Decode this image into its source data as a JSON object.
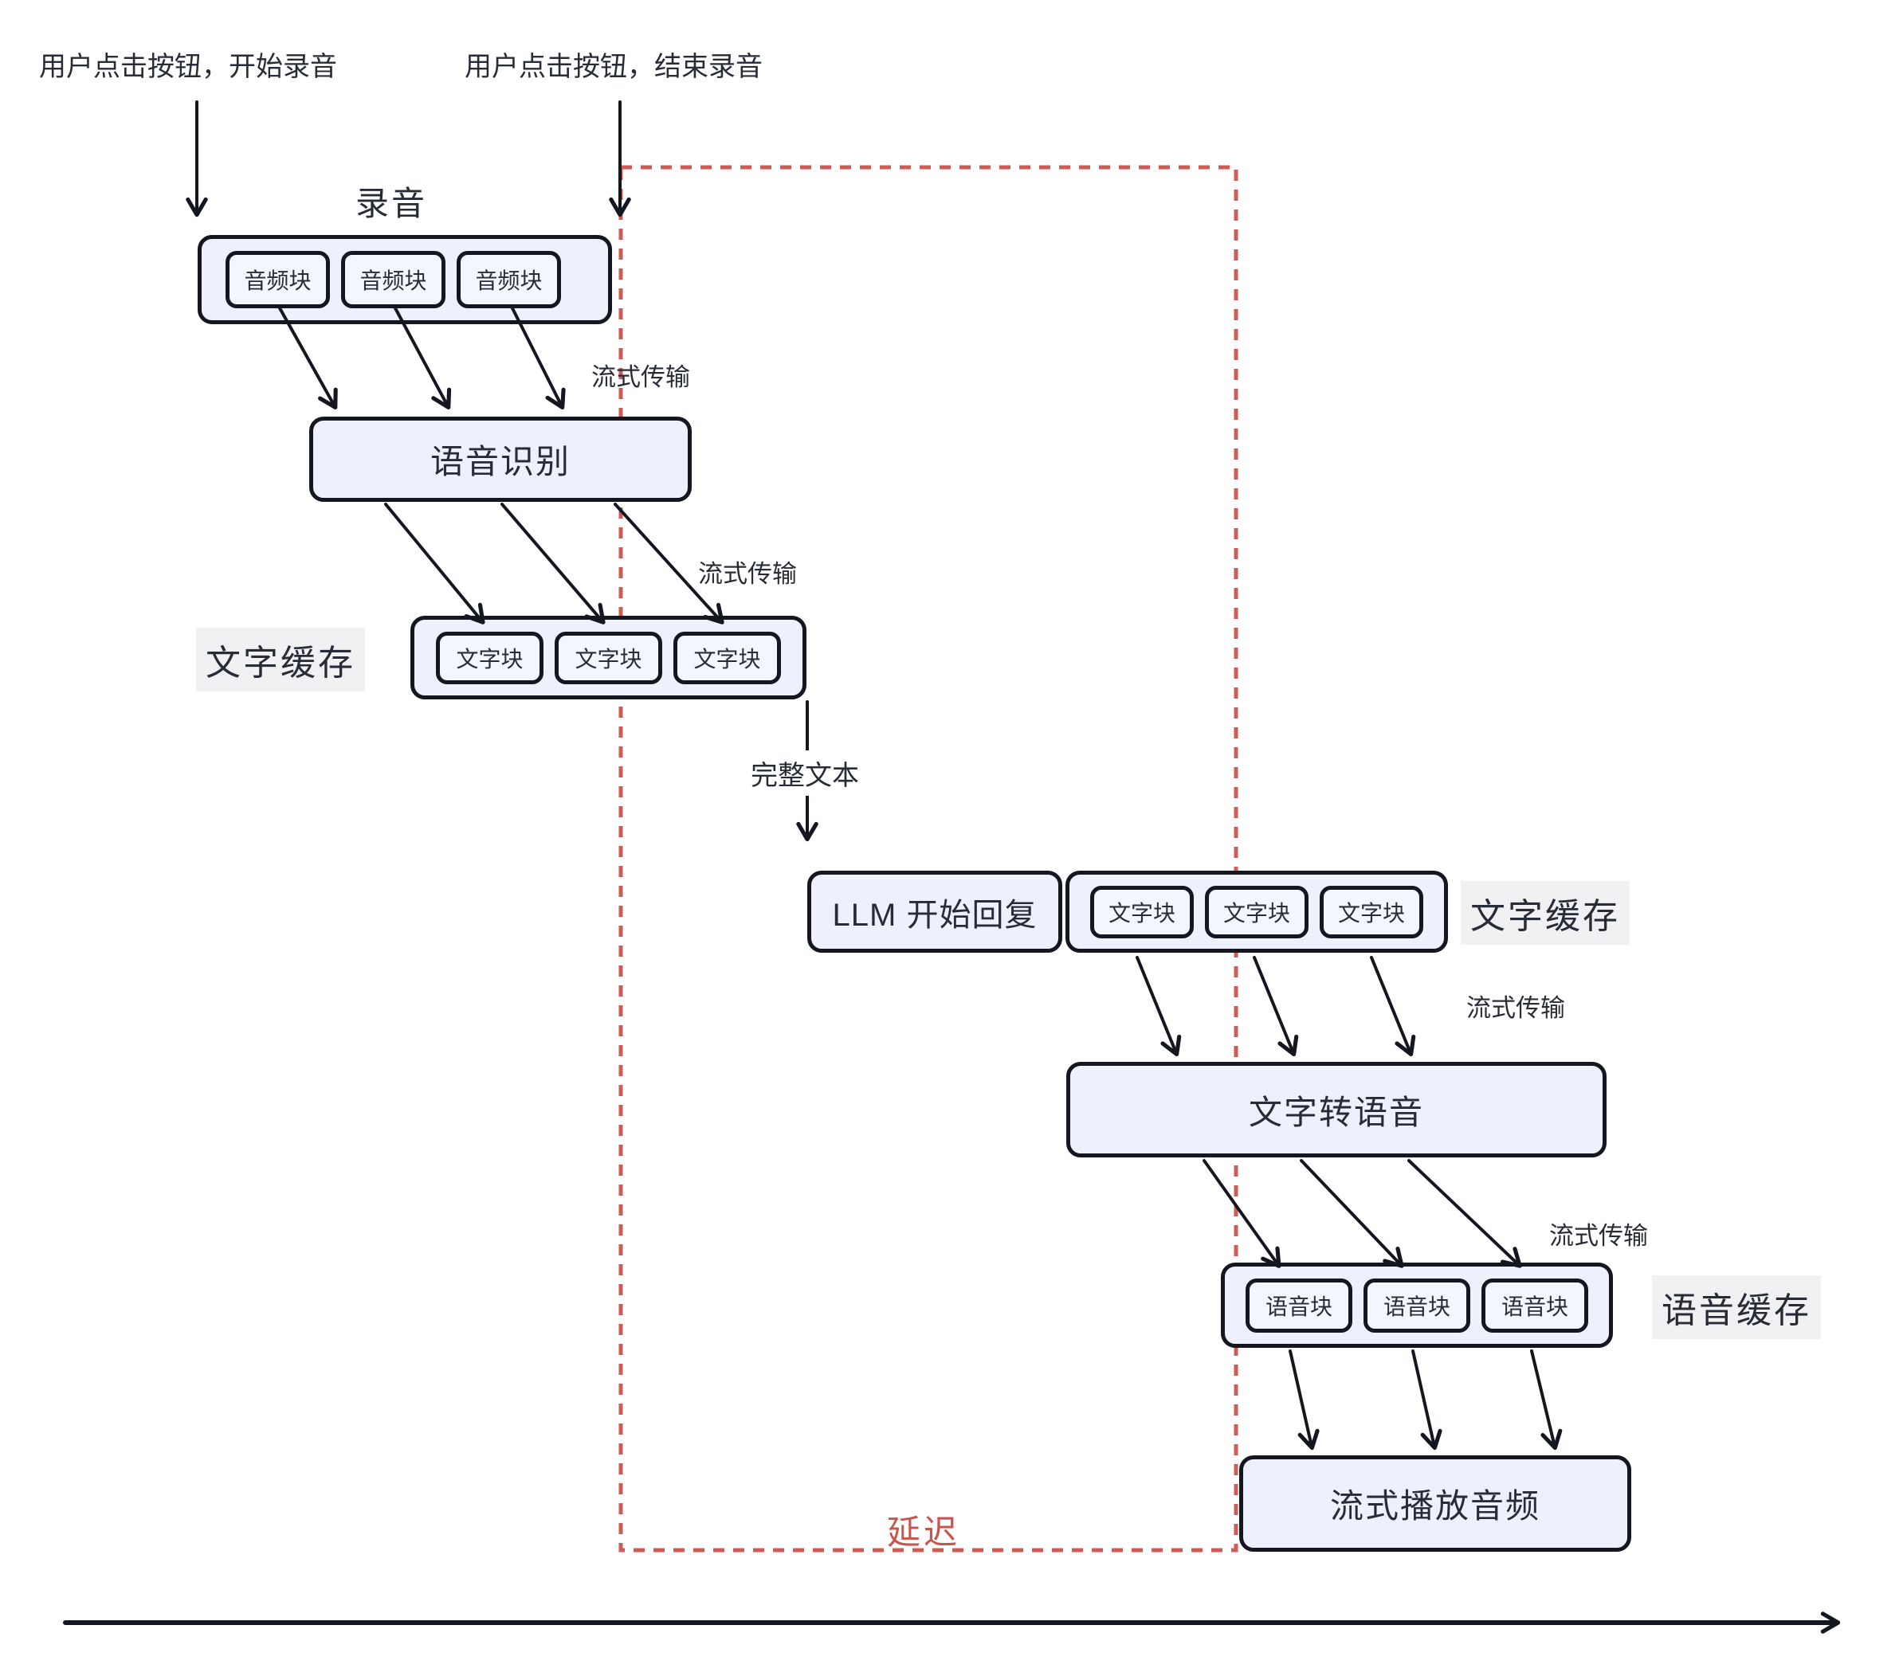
{
  "diagram": {
    "annotations": {
      "start_recording": "用户点击按钮，开始录音",
      "stop_recording": "用户点击按钮，结束录音"
    },
    "recording": {
      "title": "录音",
      "chunks": [
        "音频块",
        "音频块",
        "音频块"
      ]
    },
    "asr": {
      "label": "语音识别"
    },
    "text_cache_1": {
      "label": "文字缓存",
      "chunks": [
        "文字块",
        "文字块",
        "文字块"
      ]
    },
    "llm": {
      "label": "LLM 开始回复"
    },
    "text_cache_2": {
      "label": "文字缓存",
      "chunks": [
        "文字块",
        "文字块",
        "文字块"
      ]
    },
    "tts": {
      "label": "文字转语音"
    },
    "voice_cache": {
      "label": "语音缓存",
      "chunks": [
        "语音块",
        "语音块",
        "语音块"
      ]
    },
    "playback": {
      "label": "流式播放音频"
    },
    "edge_labels": {
      "streaming_1": "流式传输",
      "streaming_2": "流式传输",
      "streaming_3": "流式传输",
      "streaming_4": "流式传输",
      "full_text": "完整文本"
    },
    "delay": {
      "label": "延迟"
    },
    "colors": {
      "node_fill": "#eef1fb",
      "chunk_fill": "#f3f6fd",
      "border": "#14171f",
      "text": "#272c37",
      "delay_red_text": "#c9534d",
      "delay_red_dash": "#cd5c55",
      "cache_label_bg": "#f1f1f3"
    }
  }
}
